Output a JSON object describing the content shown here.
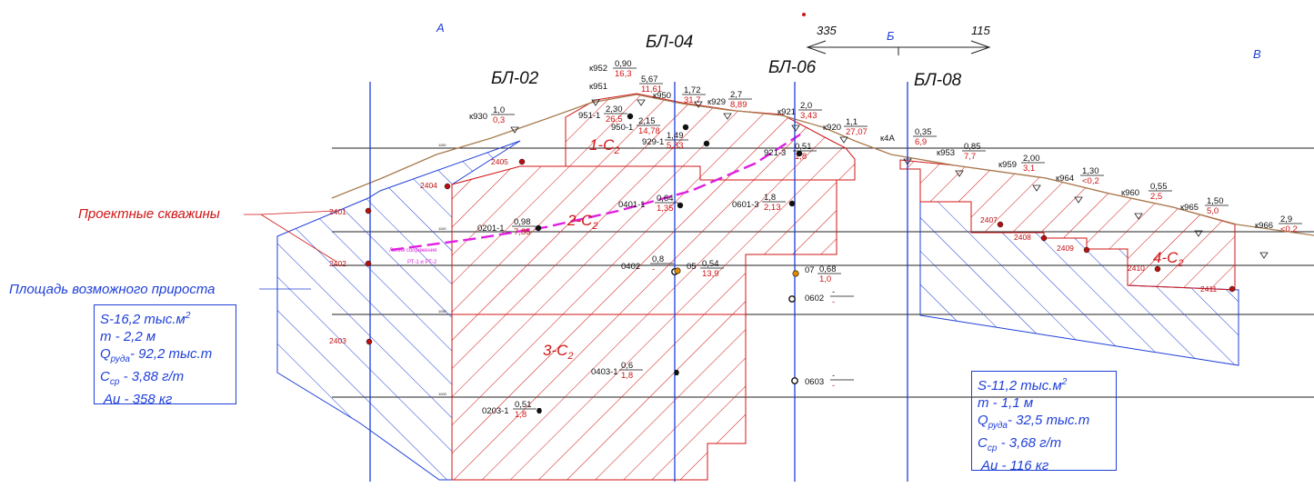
{
  "sections": {
    "a": "А",
    "b": "Б",
    "v": "В"
  },
  "azimuth": {
    "left": "335",
    "right": "115"
  },
  "lines": [
    "БЛ-02",
    "БЛ-04",
    "БЛ-06",
    "БЛ-08"
  ],
  "elevations": [
    "1150",
    "1100",
    "1050",
    "1000"
  ],
  "wells": [
    {
      "id": "к930",
      "num": "1,0",
      "den": "0,3"
    },
    {
      "id": "к952",
      "num": "0,90",
      "den": "16,3"
    },
    {
      "id": "к951",
      "num": "5,67",
      "den": "11,61"
    },
    {
      "id": "к950",
      "num": "1,72",
      "den": "31,7"
    },
    {
      "id": "к929",
      "num": "2,7",
      "den": "8,89"
    },
    {
      "id": "к921",
      "num": "2,0",
      "den": "3,43"
    },
    {
      "id": "к920",
      "num": "1,1",
      "den": "27,07"
    },
    {
      "id": "к4А",
      "num": "0,35",
      "den": "6,9"
    },
    {
      "id": "к953",
      "num": "0,85",
      "den": "7,7"
    },
    {
      "id": "к959",
      "num": "2,00",
      "den": "3,1"
    },
    {
      "id": "к964",
      "num": "1,30",
      "den": "<0,2"
    },
    {
      "id": "к960",
      "num": "0,55",
      "den": "2,5"
    },
    {
      "id": "к965",
      "num": "1,50",
      "den": "5,0"
    },
    {
      "id": "к966",
      "num": "2,9",
      "den": "<0,2"
    },
    {
      "id": "951-1",
      "num": "2,30",
      "den": "26,5"
    },
    {
      "id": "950-1",
      "num": "2,15",
      "den": "14,78"
    },
    {
      "id": "929-1",
      "num": "1,49",
      "den": "5,33"
    },
    {
      "id": "921-3",
      "num": "0,51",
      "den": "1,8"
    },
    {
      "id": "0401-1",
      "num": "0,64",
      "den": "1,35"
    },
    {
      "id": "0601-3",
      "num": "1,8",
      "den": "2,13"
    },
    {
      "id": "0201-1",
      "num": "0,98",
      "den": "7,85"
    },
    {
      "id": "0402",
      "num": "0,8",
      "den": "-"
    },
    {
      "id": "05",
      "num": "0,54",
      "den": "13,9"
    },
    {
      "id": "07",
      "num": "0,68",
      "den": "1,0"
    },
    {
      "id": "0602",
      "num": "-",
      "den": "-"
    },
    {
      "id": "0403-1",
      "num": "0,6",
      "den": "1,8"
    },
    {
      "id": "0603",
      "num": "-",
      "den": "-"
    },
    {
      "id": "0203-1",
      "num": "0,51",
      "den": "1,8"
    }
  ],
  "projected_wells": [
    "2401",
    "2402",
    "2403",
    "2404",
    "2405",
    "2407",
    "2408",
    "2409",
    "2410",
    "2411"
  ],
  "zones": [
    "1-C",
    "2-C",
    "3-C",
    "4-C"
  ],
  "zone_subscript": "2",
  "contact_line_legend": [
    "Линия сопряжения",
    "РТ-1 и РТ-2"
  ],
  "callouts": {
    "project_wells": "Проектные скважины",
    "growth_area": "Площадь возможного прироста"
  },
  "box_left": {
    "s": "S-16,2 тыс.м",
    "s_sup": "2",
    "m": "m - 2,2 м",
    "q_pre": "Q",
    "q_sub": "руда",
    "q_post": "- 92,2 тыс.т",
    "c_pre": "C",
    "c_sub": "ср",
    "c_post": " - 3,88 г/т",
    "au": "Au - 358 кг"
  },
  "box_right": {
    "s": "S-11,2 тыс.м",
    "s_sup": "2",
    "m": "m - 1,1 м",
    "q_pre": "Q",
    "q_sub": "руда",
    "q_post": "- 32,5 тыс.т",
    "c_pre": "C",
    "c_sub": "ср",
    "c_post": " - 3,68 г/т",
    "au": "Au - 116 кг"
  },
  "colors": {
    "red": "#d01515",
    "blue": "#1f3fd8",
    "magenta": "#e020e0",
    "terrain": "#a77b4f",
    "hbar": "#222222"
  }
}
